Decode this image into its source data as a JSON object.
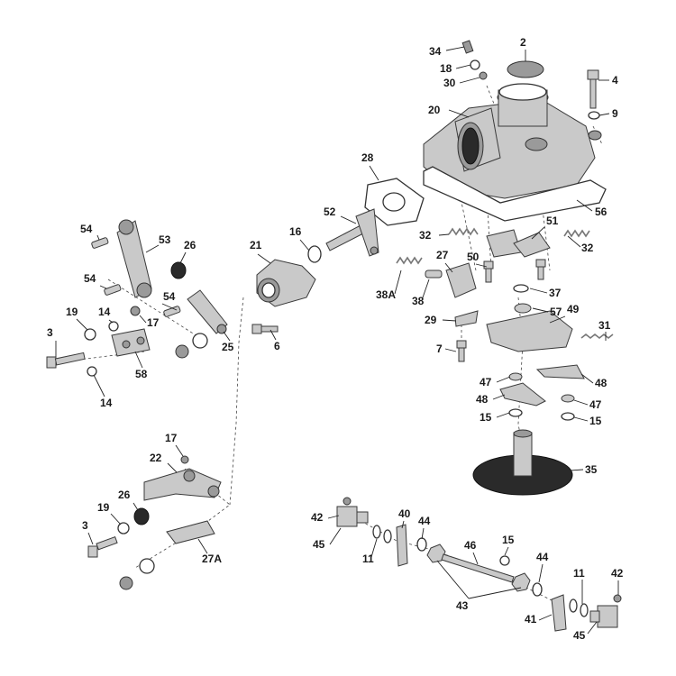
{
  "diagram": {
    "labels": [
      {
        "text": "34"
      },
      {
        "text": "2"
      },
      {
        "text": "18"
      },
      {
        "text": "30"
      },
      {
        "text": "4"
      },
      {
        "text": "9"
      },
      {
        "text": "20"
      },
      {
        "text": "28"
      },
      {
        "text": "56"
      },
      {
        "text": "52"
      },
      {
        "text": "16"
      },
      {
        "text": "21"
      },
      {
        "text": "32"
      },
      {
        "text": "51"
      },
      {
        "text": "32"
      },
      {
        "text": "27"
      },
      {
        "text": "50"
      },
      {
        "text": "38A"
      },
      {
        "text": "38"
      },
      {
        "text": "37"
      },
      {
        "text": "29"
      },
      {
        "text": "57"
      },
      {
        "text": "49"
      },
      {
        "text": "31"
      },
      {
        "text": "7"
      },
      {
        "text": "47"
      },
      {
        "text": "48"
      },
      {
        "text": "48"
      },
      {
        "text": "47"
      },
      {
        "text": "15"
      },
      {
        "text": "15"
      },
      {
        "text": "35"
      },
      {
        "text": "54"
      },
      {
        "text": "53"
      },
      {
        "text": "26"
      },
      {
        "text": "54"
      },
      {
        "text": "54"
      },
      {
        "text": "19"
      },
      {
        "text": "14"
      },
      {
        "text": "17"
      },
      {
        "text": "25"
      },
      {
        "text": "6"
      },
      {
        "text": "3"
      },
      {
        "text": "58"
      },
      {
        "text": "14"
      },
      {
        "text": "17"
      },
      {
        "text": "22"
      },
      {
        "text": "19"
      },
      {
        "text": "26"
      },
      {
        "text": "3"
      },
      {
        "text": "27A"
      },
      {
        "text": "42"
      },
      {
        "text": "45"
      },
      {
        "text": "40"
      },
      {
        "text": "44"
      },
      {
        "text": "11"
      },
      {
        "text": "46"
      },
      {
        "text": "15"
      },
      {
        "text": "44"
      },
      {
        "text": "43"
      },
      {
        "text": "11"
      },
      {
        "text": "42"
      },
      {
        "text": "41"
      },
      {
        "text": "45"
      }
    ]
  }
}
